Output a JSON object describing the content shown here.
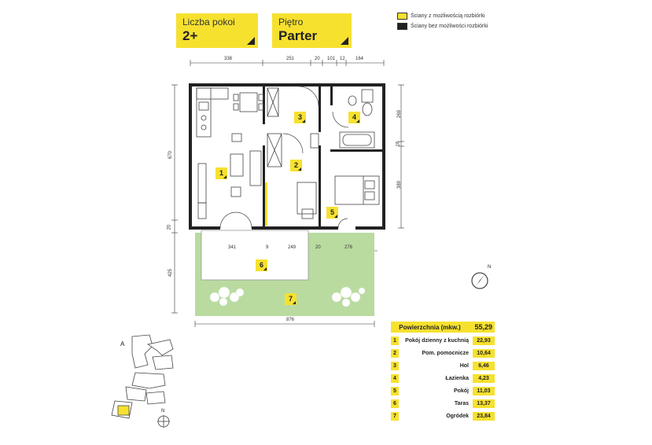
{
  "rooms_card": {
    "label": "Liczba pokoi",
    "value": "2+"
  },
  "floor_card": {
    "label": "Piętro",
    "value": "Parter"
  },
  "legend": {
    "items": [
      {
        "label": "Ściany z możliwością rozbiórki",
        "color": "#f6e12f"
      },
      {
        "label": "Ściany bez możliwości rozbiórki",
        "color": "#222222"
      }
    ]
  },
  "dimensions": {
    "top": [
      "338",
      "251",
      "20",
      "101",
      "12",
      "164"
    ],
    "left_main": "670",
    "left_small": "20",
    "left_garden": "425",
    "right_top": "269",
    "right_small": "16",
    "right_bottom": "389",
    "terrace": [
      "341",
      "9",
      "249",
      "20",
      "276"
    ],
    "bottom_total": "876"
  },
  "room_tags": [
    "1",
    "2",
    "3",
    "4",
    "5",
    "6",
    "7"
  ],
  "site_plan": {
    "letter": "A",
    "north": "N"
  },
  "main_compass": {
    "north": "N"
  },
  "area_table": {
    "title": "Powierzchnia (mkw.)",
    "total": "55,29",
    "rows": [
      {
        "num": "1",
        "name": "Pokój dzienny z kuchnią",
        "area": "22,93"
      },
      {
        "num": "2",
        "name": "Pom. pomocnicze",
        "area": "10,64"
      },
      {
        "num": "3",
        "name": "Hol",
        "area": "6,46"
      },
      {
        "num": "4",
        "name": "Łazienka",
        "area": "4,23"
      },
      {
        "num": "5",
        "name": "Pokój",
        "area": "11,03"
      },
      {
        "num": "6",
        "name": "Taras",
        "area": "13,37"
      },
      {
        "num": "7",
        "name": "Ogródek",
        "area": "23,84"
      }
    ]
  }
}
